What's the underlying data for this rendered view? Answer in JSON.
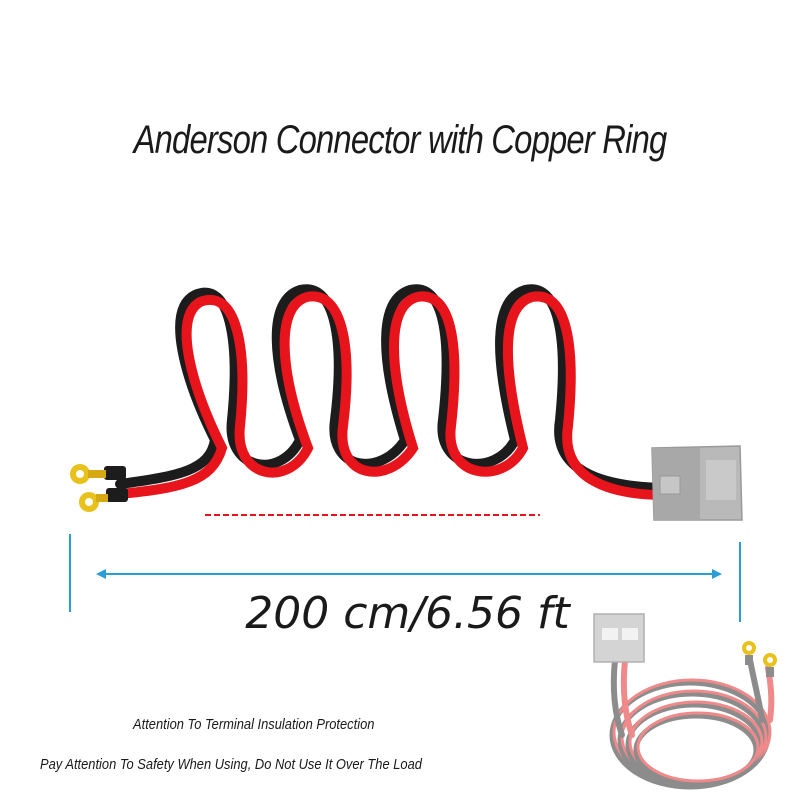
{
  "title": "Anderson Connector with Copper Ring",
  "dimension_label": "200 cm/6.56 ft",
  "notes": [
    "Attention To Terminal Insulation Protection",
    "Pay Attention To Safety When Using, Do Not Use It Over The Load"
  ],
  "colors": {
    "red_wire": "#e8141c",
    "black_wire": "#1c1c1c",
    "connector": "#b9b9b9",
    "ring_terminal": "#e8c11a",
    "measure_line": "#2a9fd6"
  }
}
